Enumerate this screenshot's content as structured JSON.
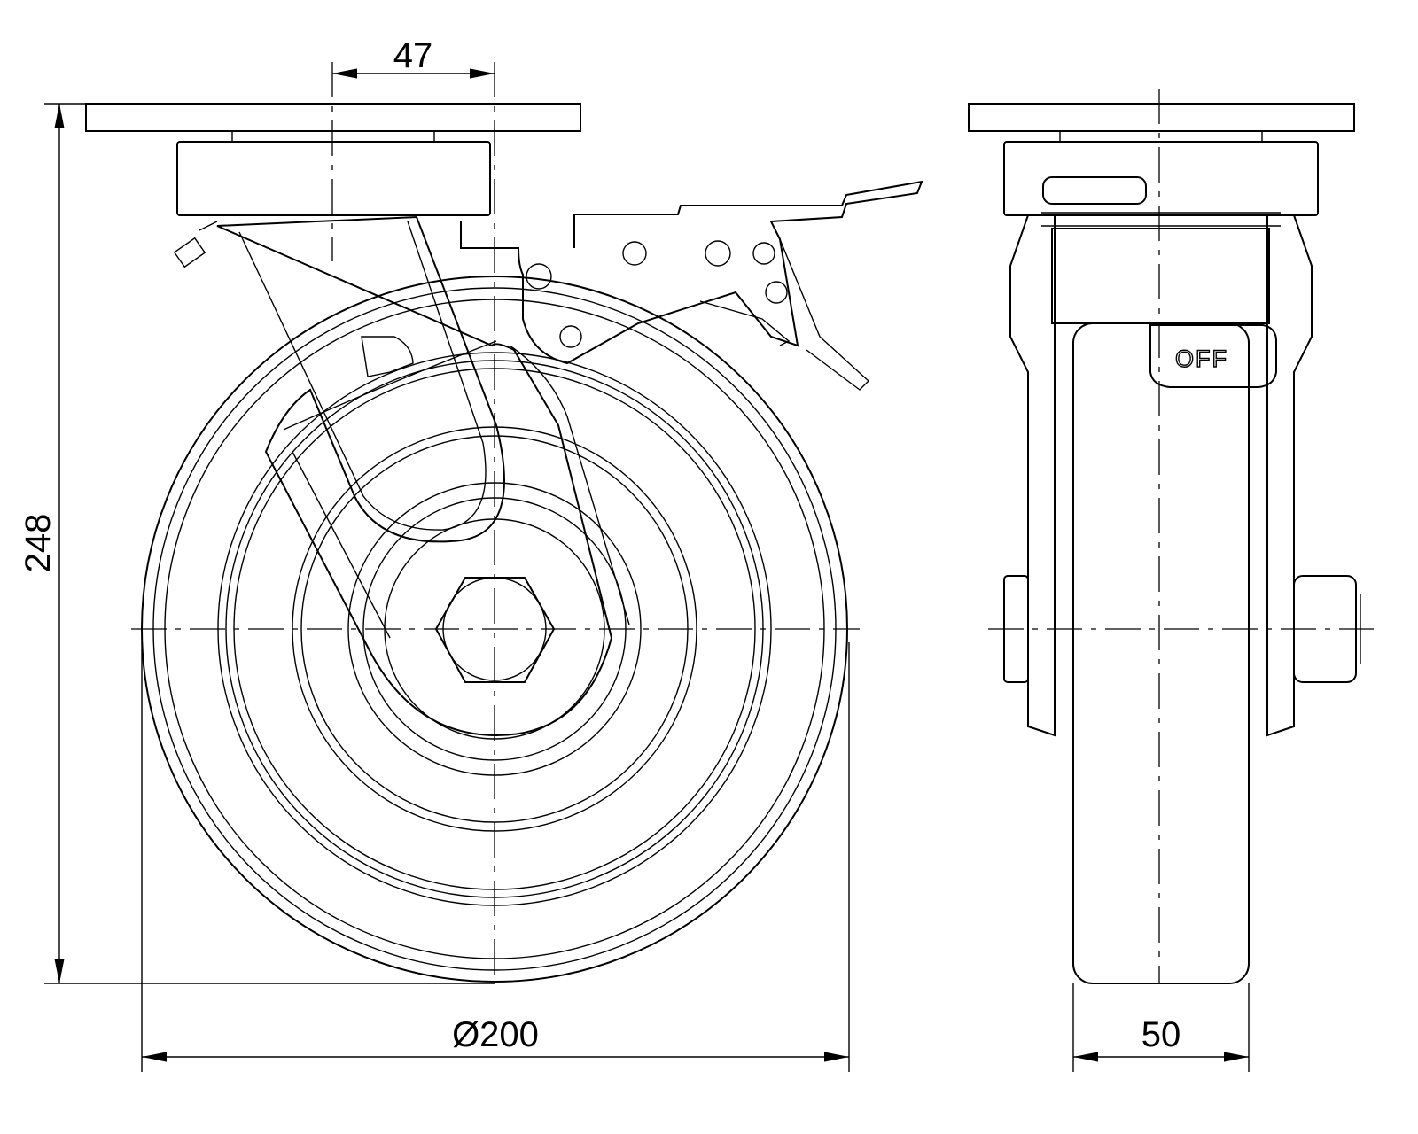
{
  "drawing": {
    "title": "Swivel castor with total lock - front and side view",
    "dimensions": {
      "swivel_offset": "47",
      "overall_height": "248",
      "wheel_diameter": "Ø200",
      "wheel_width": "50"
    },
    "brake_label": "OFF",
    "colors": {
      "line": "#000000",
      "background": "#ffffff"
    }
  }
}
